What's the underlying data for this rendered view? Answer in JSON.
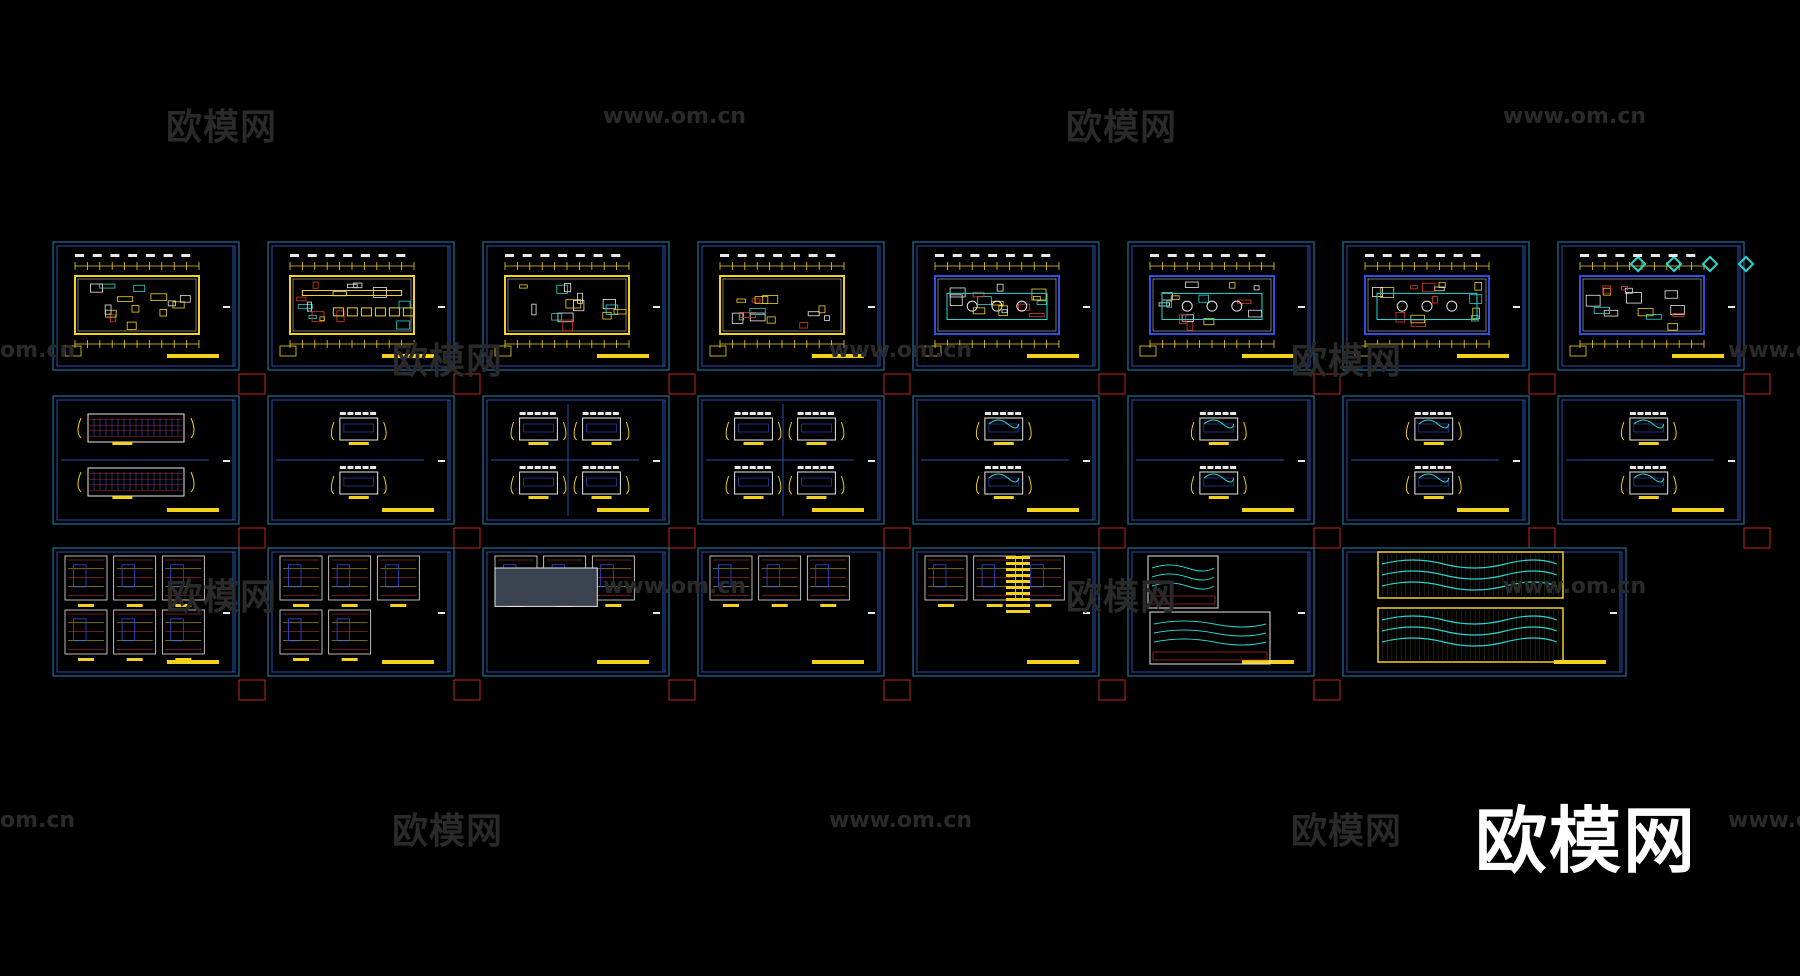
{
  "watermarks": {
    "brand": "欧模网",
    "url": "www.om.cn",
    "url_fragment": "om.cn"
  },
  "logo": {
    "text": "欧模网"
  },
  "colors": {
    "background": "#000000",
    "frame_outer": "#1f6f9a",
    "frame_inner": "#2a4ea8",
    "tab_marker": "#c0291f",
    "drawing_yellow": "#f2d21b",
    "drawing_blue": "#2f4fe0",
    "drawing_cyan": "#27d6d0",
    "drawing_white": "#e8e8e8",
    "drawing_red": "#e03a2a",
    "watermark": "#2a2a2a",
    "logo": "#ffffff"
  },
  "sheets": {
    "row1": [
      "floor-plan",
      "furniture-plan",
      "ceiling-plan",
      "lighting-plan",
      "elevation-index-plan",
      "floor-finish-plan",
      "electrical-plan",
      "detail-index-plan"
    ],
    "row2": [
      "elevation-a",
      "elevation-b",
      "elevation-c",
      "elevation-d",
      "elevation-e",
      "elevation-f",
      "elevation-g",
      "elevation-h"
    ],
    "row3": [
      "detail-1",
      "detail-2",
      "detail-3",
      "detail-4",
      "detail-5",
      "wave-panel-detail",
      "wave-wall-detail"
    ]
  }
}
